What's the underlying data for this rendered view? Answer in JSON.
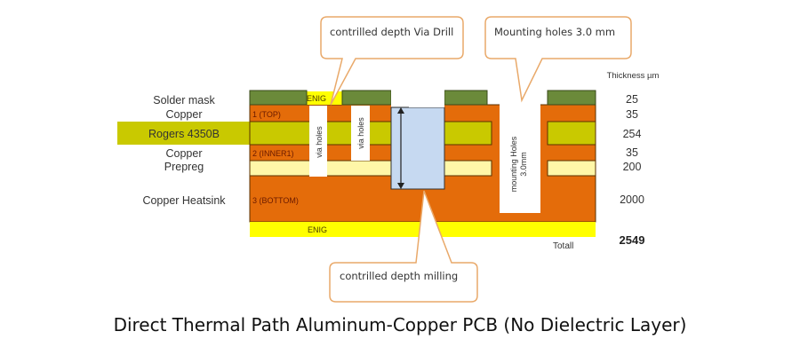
{
  "colors": {
    "solder_mask": "#6b8a3a",
    "copper": "#e46c0a",
    "rogers": "#c9c900",
    "prepreg": "#fff7a8",
    "enig": "#ffff00",
    "milling": "#c6d9f1",
    "callout_border": "#e9a96a",
    "outline": "#5a3200"
  },
  "layer_labels": {
    "solder_mask": "Solder mask",
    "copper_top": "Copper",
    "rogers": "Rogers 4350B",
    "copper_inner": "Copper",
    "prepreg": "Prepreg",
    "heatsink": "Copper Heatsink"
  },
  "inner_labels": {
    "enig_top": "ENIG",
    "top": "1 (TOP)",
    "inner1": "2 (INNER1)",
    "bottom": "3 (BOTTOM)",
    "enig_bottom": "ENIG",
    "via1": "via holes",
    "via2": "via holes",
    "mounting_line1": "mounting Holes",
    "mounting_line2": "3.0mm"
  },
  "thickness": {
    "header": "Thickness µm",
    "values": [
      "25",
      "35",
      "254",
      "35",
      "200",
      "2000"
    ],
    "total_label": "Totall",
    "total_value": "2549"
  },
  "callouts": {
    "via_drill": "contrilled depth Via Drill",
    "mounting": "Mounting holes 3.0 mm",
    "milling": "contrilled depth milling"
  },
  "caption": "Direct Thermal Path Aluminum-Copper PCB (No Dielectric Layer)"
}
